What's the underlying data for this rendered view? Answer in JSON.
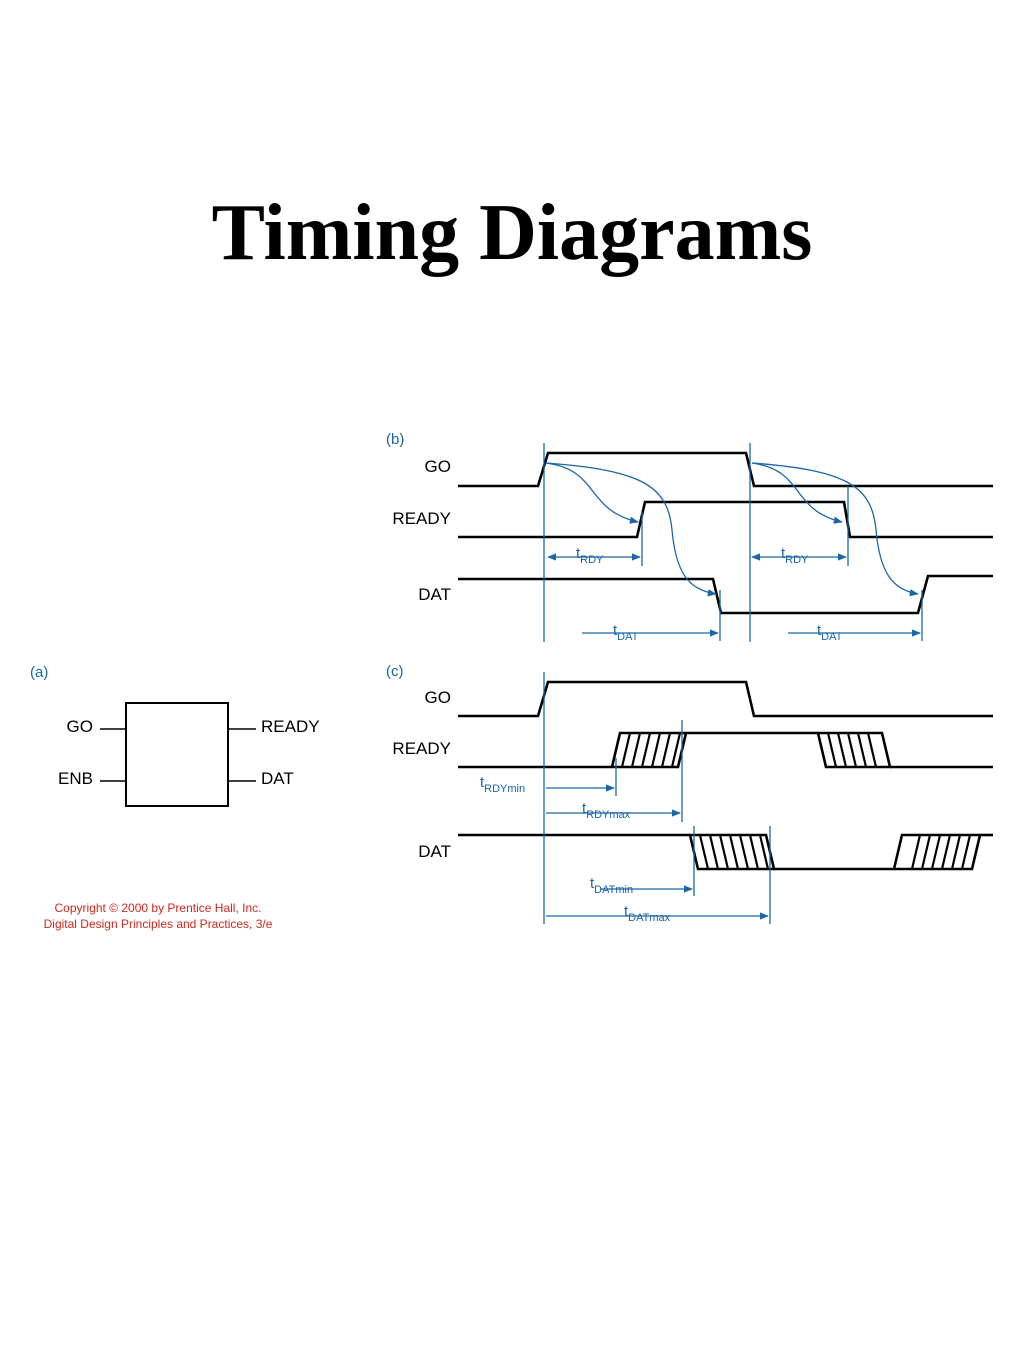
{
  "slide": {
    "title": "Timing Diagrams"
  },
  "panel_a": {
    "label": "(a)",
    "inputs": [
      "GO",
      "ENB"
    ],
    "outputs": [
      "READY",
      "DAT"
    ]
  },
  "panel_b": {
    "label": "(b)",
    "signals": [
      "GO",
      "READY",
      "DAT"
    ],
    "annotations": [
      {
        "t": "t",
        "sub": "RDY"
      },
      {
        "t": "t",
        "sub": "RDY"
      },
      {
        "t": "t",
        "sub": "DAT"
      },
      {
        "t": "t",
        "sub": "DAT"
      }
    ]
  },
  "panel_c": {
    "label": "(c)",
    "signals": [
      "GO",
      "READY",
      "DAT"
    ],
    "annotations": [
      {
        "t": "t",
        "sub": "RDYmin"
      },
      {
        "t": "t",
        "sub": "RDYmax"
      },
      {
        "t": "t",
        "sub": "DATmin"
      },
      {
        "t": "t",
        "sub": "DATmax"
      }
    ]
  },
  "copyright": {
    "line1": "Copyright © 2000 by Prentice Hall, Inc.",
    "line2": "Digital Design Principles and Practices, 3/e"
  },
  "colors": {
    "annotation": "#1a66a8",
    "copyright": "#d0281c",
    "signal": "#000000"
  }
}
